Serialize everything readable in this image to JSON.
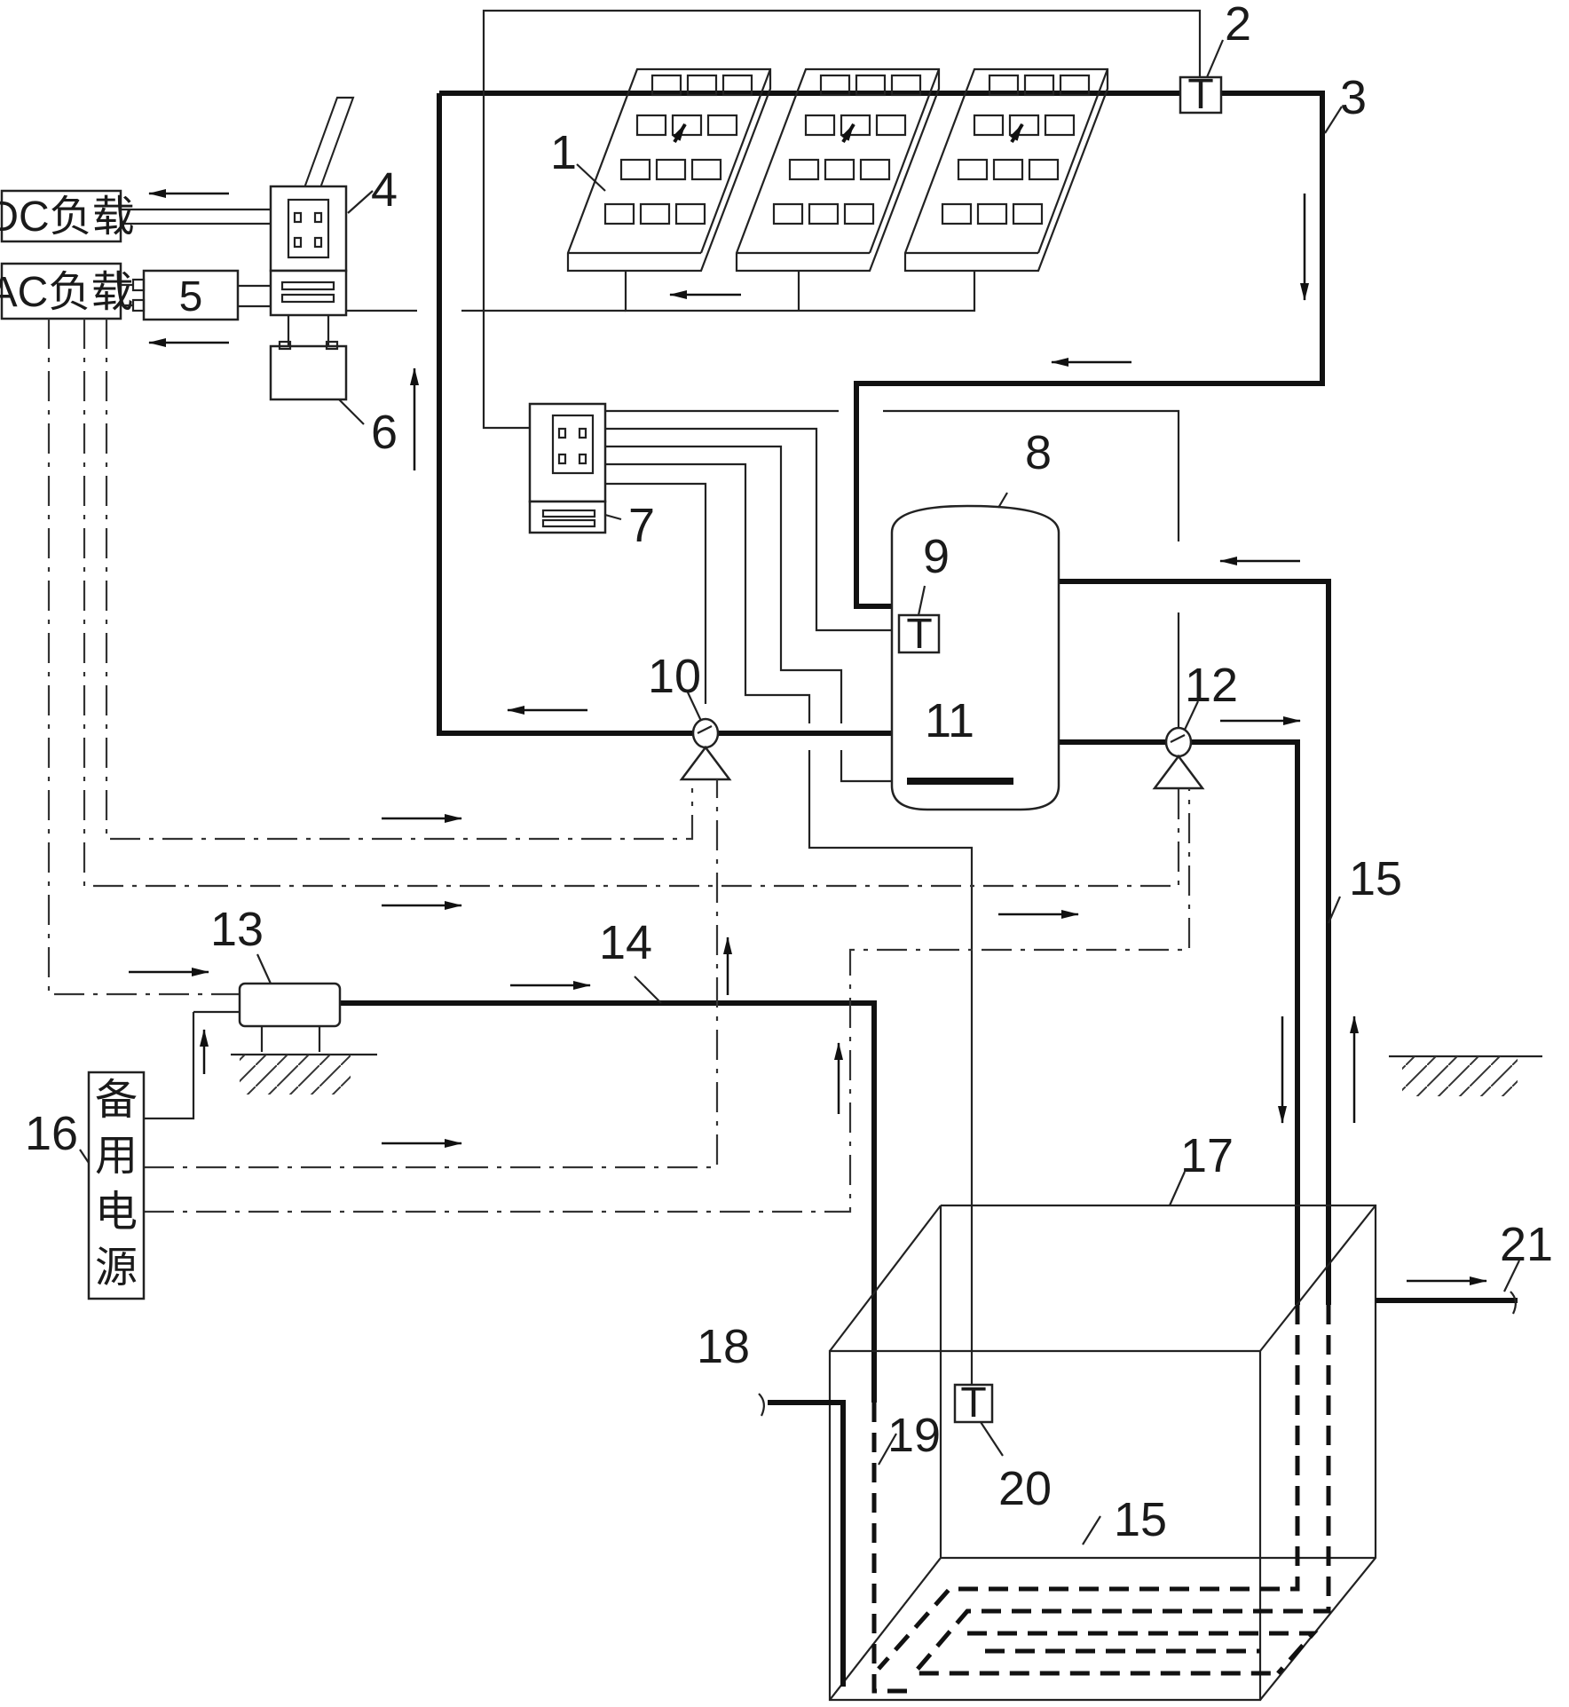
{
  "labels": {
    "n1": "1",
    "n2": "2",
    "n3": "3",
    "n4": "4",
    "n5": "5",
    "n6": "6",
    "n7": "7",
    "n8": "8",
    "n9": "9",
    "n10": "10",
    "n11": "11",
    "n12": "12",
    "n13": "13",
    "n14": "14",
    "n15a": "15",
    "n15b": "15",
    "n16": "16",
    "n17": "17",
    "n18": "18",
    "n19": "19",
    "n20": "20",
    "n21": "21"
  },
  "boxes": {
    "dc_load": "DC负载",
    "ac_load": "AC负载",
    "inverter": "5",
    "sensor_t": "T",
    "backup_power": [
      "备",
      "用",
      "电",
      "源"
    ]
  }
}
